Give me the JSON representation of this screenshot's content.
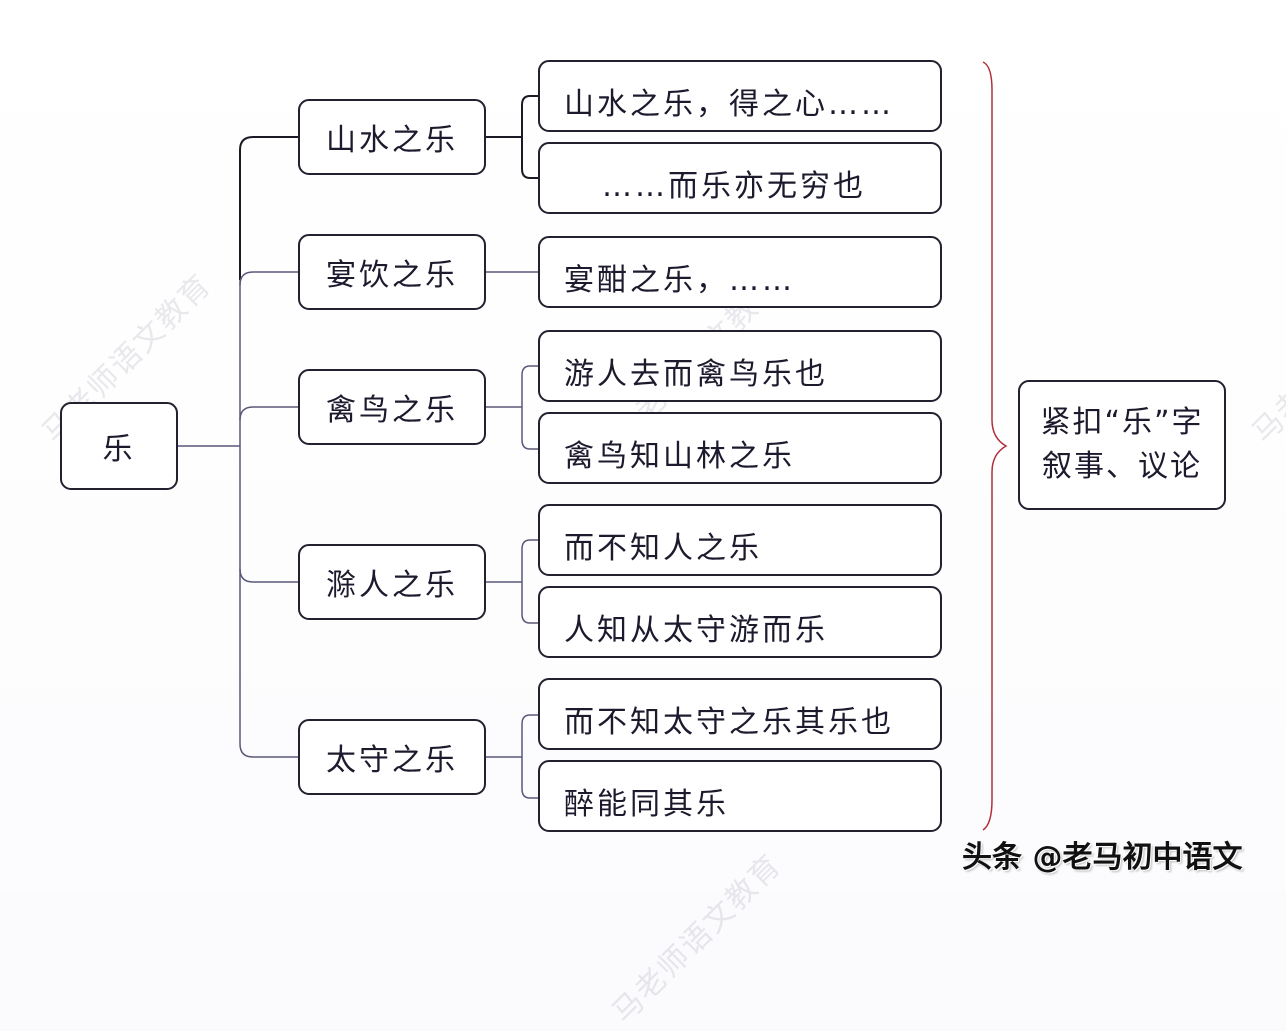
{
  "root": {
    "label": "乐"
  },
  "branches": [
    {
      "label": "山水之乐",
      "leaves": [
        "山水之乐，得之心……",
        "……而乐亦无穷也"
      ]
    },
    {
      "label": "宴饮之乐",
      "leaves": [
        "宴酣之乐，……"
      ]
    },
    {
      "label": "禽鸟之乐",
      "leaves": [
        "游人去而禽鸟乐也",
        "禽鸟知山林之乐"
      ]
    },
    {
      "label": "滁人之乐",
      "leaves": [
        "而不知人之乐",
        "人知从太守游而乐"
      ]
    },
    {
      "label": "太守之乐",
      "leaves": [
        "而不知太守之乐其乐也",
        "醉能同其乐"
      ]
    }
  ],
  "summary": {
    "line1": "紧扣“乐”字",
    "line2": "叙事、议论"
  },
  "watermark": "马老师语文教育",
  "credit": "头条 @老马初中语文",
  "colors": {
    "line_dark": "#1c1a24",
    "line_light": "#5a5878",
    "brace": "#b0303a",
    "box_border": "#24202f"
  }
}
